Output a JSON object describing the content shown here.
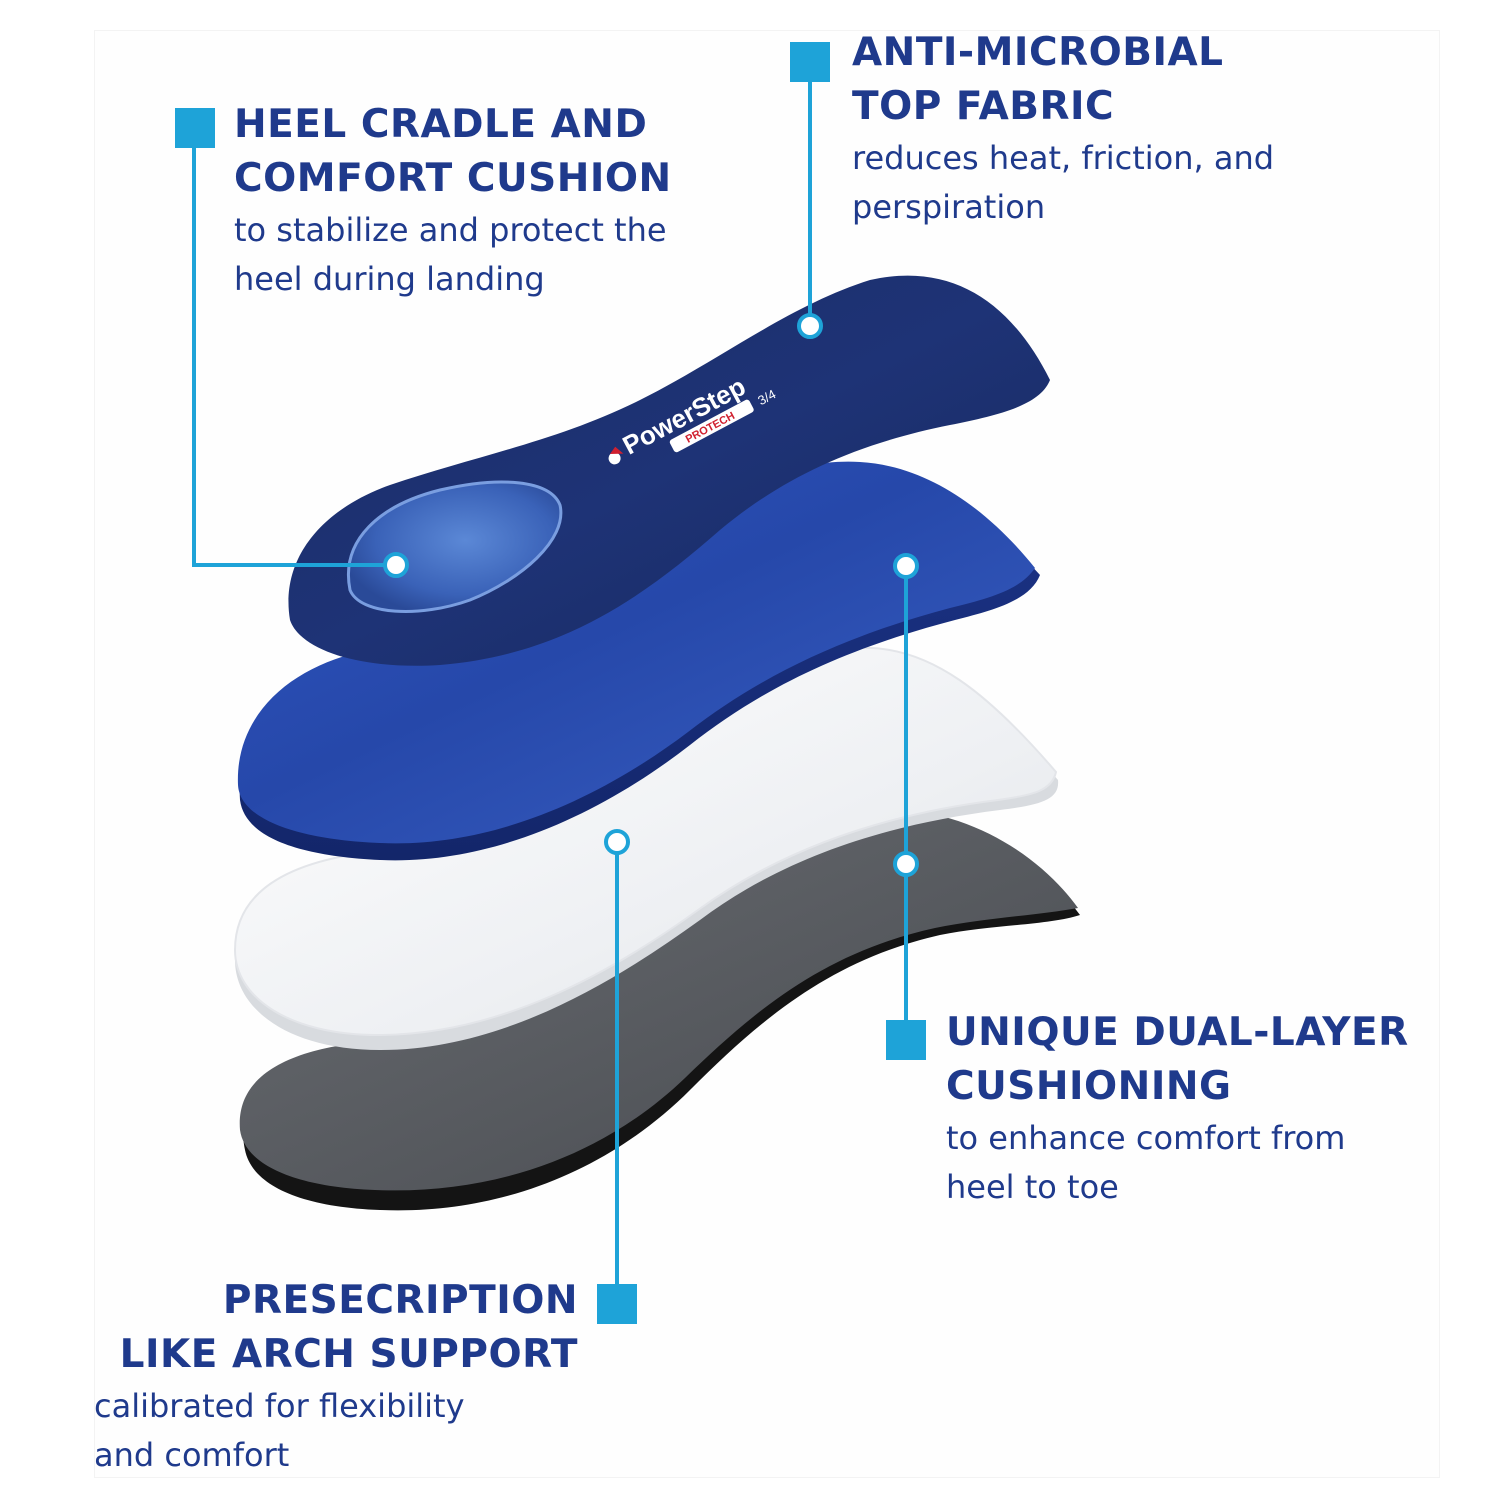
{
  "callouts": {
    "heel_cradle": {
      "title": [
        "HEEL CRADLE AND",
        "COMFORT CUSHION"
      ],
      "desc": [
        "to stabilize and protect the",
        "heel during landing"
      ]
    },
    "anti_microbial": {
      "title": [
        "ANTI-MICROBIAL",
        "TOP FABRIC"
      ],
      "desc": [
        "reduces heat, friction, and",
        "perspiration"
      ]
    },
    "dual_layer": {
      "title": [
        "UNIQUE DUAL-LAYER",
        "CUSHIONING"
      ],
      "desc": [
        "to enhance comfort from",
        "heel to toe"
      ]
    },
    "arch_support": {
      "title": [
        "PRESECRIPTION",
        "LIKE ARCH SUPPORT"
      ],
      "desc": [
        "calibrated for flexibility",
        "and comfort"
      ]
    }
  },
  "product": {
    "brand": "PowerStep",
    "model": "PROTECH",
    "size_mark": "3/4"
  },
  "colors": {
    "heading_blue": "#1f3a8c",
    "marker_cyan": "#1ea3d8",
    "top_layer_navy": "#1c2f6b",
    "second_layer_blue": "#2d4fb0",
    "white_layer": "#f2f3f5",
    "bottom_layer_gray": "#5a5d62"
  }
}
